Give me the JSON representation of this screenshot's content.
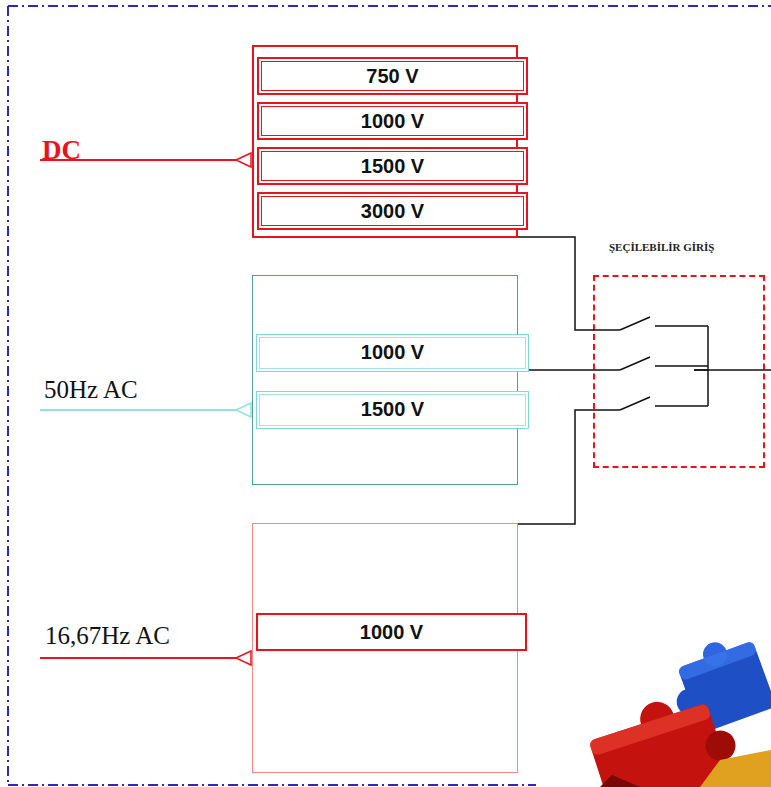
{
  "diagram": {
    "nodes": [
      {
        "text": [
          "DC"
        ]
      },
      {
        "text": [
          "750 V"
        ],
        "in": 0
      },
      {
        "text": [
          "1000 V"
        ],
        "in": 0
      },
      {
        "text": [
          "1500 V"
        ],
        "in": 0
      },
      {
        "text": [
          "3000 V"
        ],
        "in": 0
      },
      {
        "text": [
          "50Hz AC"
        ]
      },
      {
        "text": [
          "1000 V"
        ],
        "in": 5
      },
      {
        "text": [
          "1500 V"
        ],
        "in": 5
      },
      {
        "text": [
          "16,67Hz AC"
        ]
      },
      {
        "text": [
          "1000 V"
        ],
        "in": 8
      },
      {
        "text": [
          "ŞEÇİLEBİLİR GİRİŞ"
        ]
      }
    ],
    "edges": [
      {
        "from": 0,
        "to": 10,
        "arrow": "none"
      },
      {
        "from": 5,
        "to": 10,
        "arrow": "none"
      },
      {
        "from": 8,
        "to": 10,
        "arrow": "none"
      }
    ]
  }
}
